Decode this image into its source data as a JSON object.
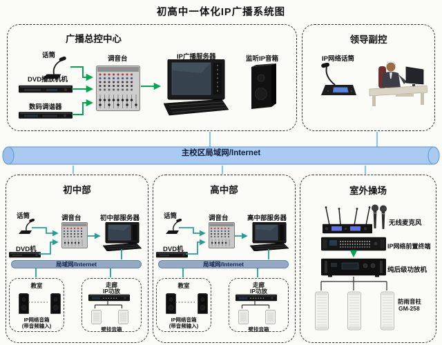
{
  "title": "初高中一体化IP广播系统图",
  "backbone": {
    "label": "主校区局域网/Internet"
  },
  "master_center": {
    "title": "广播总控中心",
    "mic": "话筒",
    "dvd": "DVD播放机机",
    "tuner": "数码调谐器",
    "mixer": "调音台",
    "server": "IP广播服务器",
    "monitor_speaker": "监听IP音箱"
  },
  "leader_control": {
    "title": "领导副控",
    "ip_mic": "IP网络话筒"
  },
  "junior": {
    "title": "初中部",
    "mic": "话筒",
    "dvd": "DVD机",
    "mixer": "调音台",
    "server": "初中部服务器",
    "lan": "局域网/Internet",
    "classroom": {
      "title": "教室",
      "speaker": "IP网络音箱",
      "speaker_note": "(带音频输入)"
    },
    "corridor": {
      "title": "走廊",
      "amp": "IP功放",
      "speaker": "壁挂音箱"
    }
  },
  "senior": {
    "title": "高中部",
    "mic": "话筒",
    "dvd": "DVD机",
    "mixer": "调音台",
    "server": "高中部服务器",
    "lan": "局域网/Internet",
    "classroom": {
      "title": "教室",
      "speaker": "IP网络音箱",
      "speaker_note": "(带音频输入)"
    },
    "corridor": {
      "title": "走廊",
      "amp": "IP功放",
      "speaker": "壁挂音箱"
    }
  },
  "playground": {
    "title": "室外操场",
    "wireless_mic": "无线麦克风",
    "terminal": "IP网络前置终端",
    "power_amp": "纯后级功放机",
    "column_speaker": "防雨音柱",
    "column_model": "GM-258"
  },
  "colors": {
    "backbone_fill": "#a9cbf2",
    "backbone_stroke": "#6b9bd2",
    "lan_bar_fill": "#94aac2",
    "green_arrow": "#00a651",
    "teal_arrow": "#23a18e",
    "connector_blue": "#85c8e0"
  }
}
